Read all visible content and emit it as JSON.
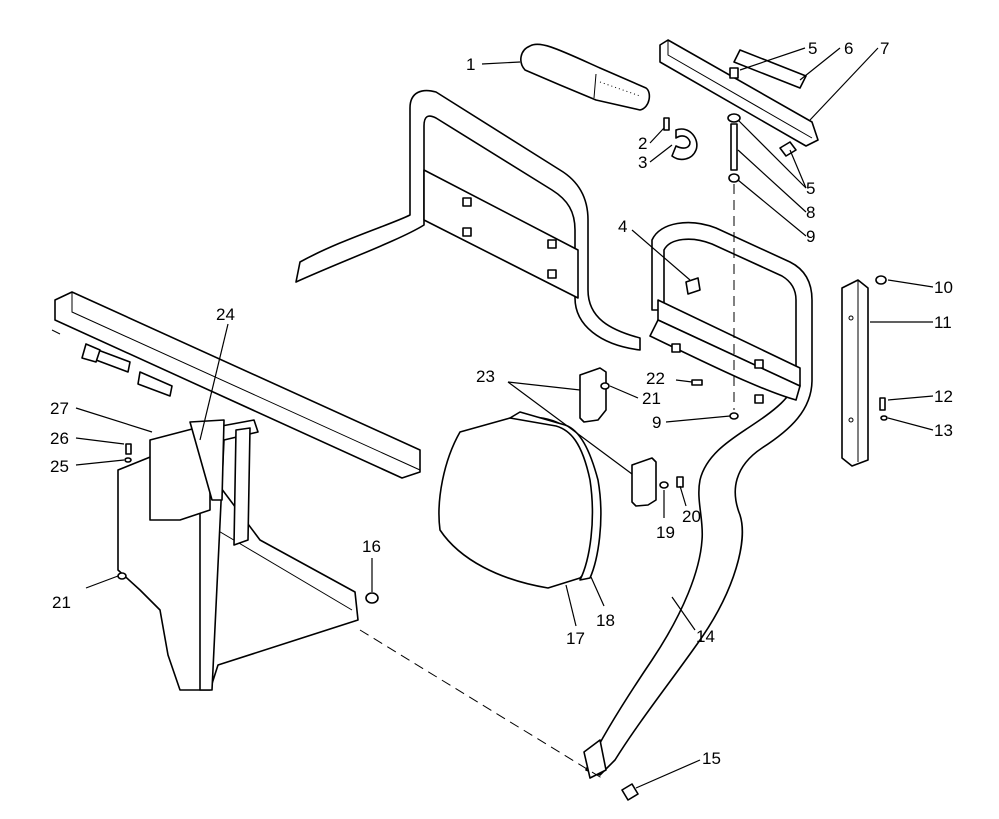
{
  "figure": {
    "description_none": "",
    "callouts": [
      {
        "id": "c1",
        "label": "1"
      },
      {
        "id": "c2",
        "label": "2"
      },
      {
        "id": "c3",
        "label": "3"
      },
      {
        "id": "c4",
        "label": "4"
      },
      {
        "id": "c5a",
        "label": "5"
      },
      {
        "id": "c5b",
        "label": "5"
      },
      {
        "id": "c6",
        "label": "6"
      },
      {
        "id": "c7",
        "label": "7"
      },
      {
        "id": "c8",
        "label": "8"
      },
      {
        "id": "c9a",
        "label": "9"
      },
      {
        "id": "c9b",
        "label": "9"
      },
      {
        "id": "c10",
        "label": "10"
      },
      {
        "id": "c11",
        "label": "11"
      },
      {
        "id": "c12",
        "label": "12"
      },
      {
        "id": "c13",
        "label": "13"
      },
      {
        "id": "c14",
        "label": "14"
      },
      {
        "id": "c15",
        "label": "15"
      },
      {
        "id": "c16",
        "label": "16"
      },
      {
        "id": "c17",
        "label": "17"
      },
      {
        "id": "c18",
        "label": "18"
      },
      {
        "id": "c19",
        "label": "19"
      },
      {
        "id": "c20",
        "label": "20"
      },
      {
        "id": "c21a",
        "label": "21"
      },
      {
        "id": "c21b",
        "label": "21"
      },
      {
        "id": "c22",
        "label": "22"
      },
      {
        "id": "c23",
        "label": "23"
      },
      {
        "id": "c24",
        "label": "24"
      },
      {
        "id": "c25",
        "label": "25"
      },
      {
        "id": "c26",
        "label": "26"
      },
      {
        "id": "c27",
        "label": "27"
      }
    ]
  }
}
